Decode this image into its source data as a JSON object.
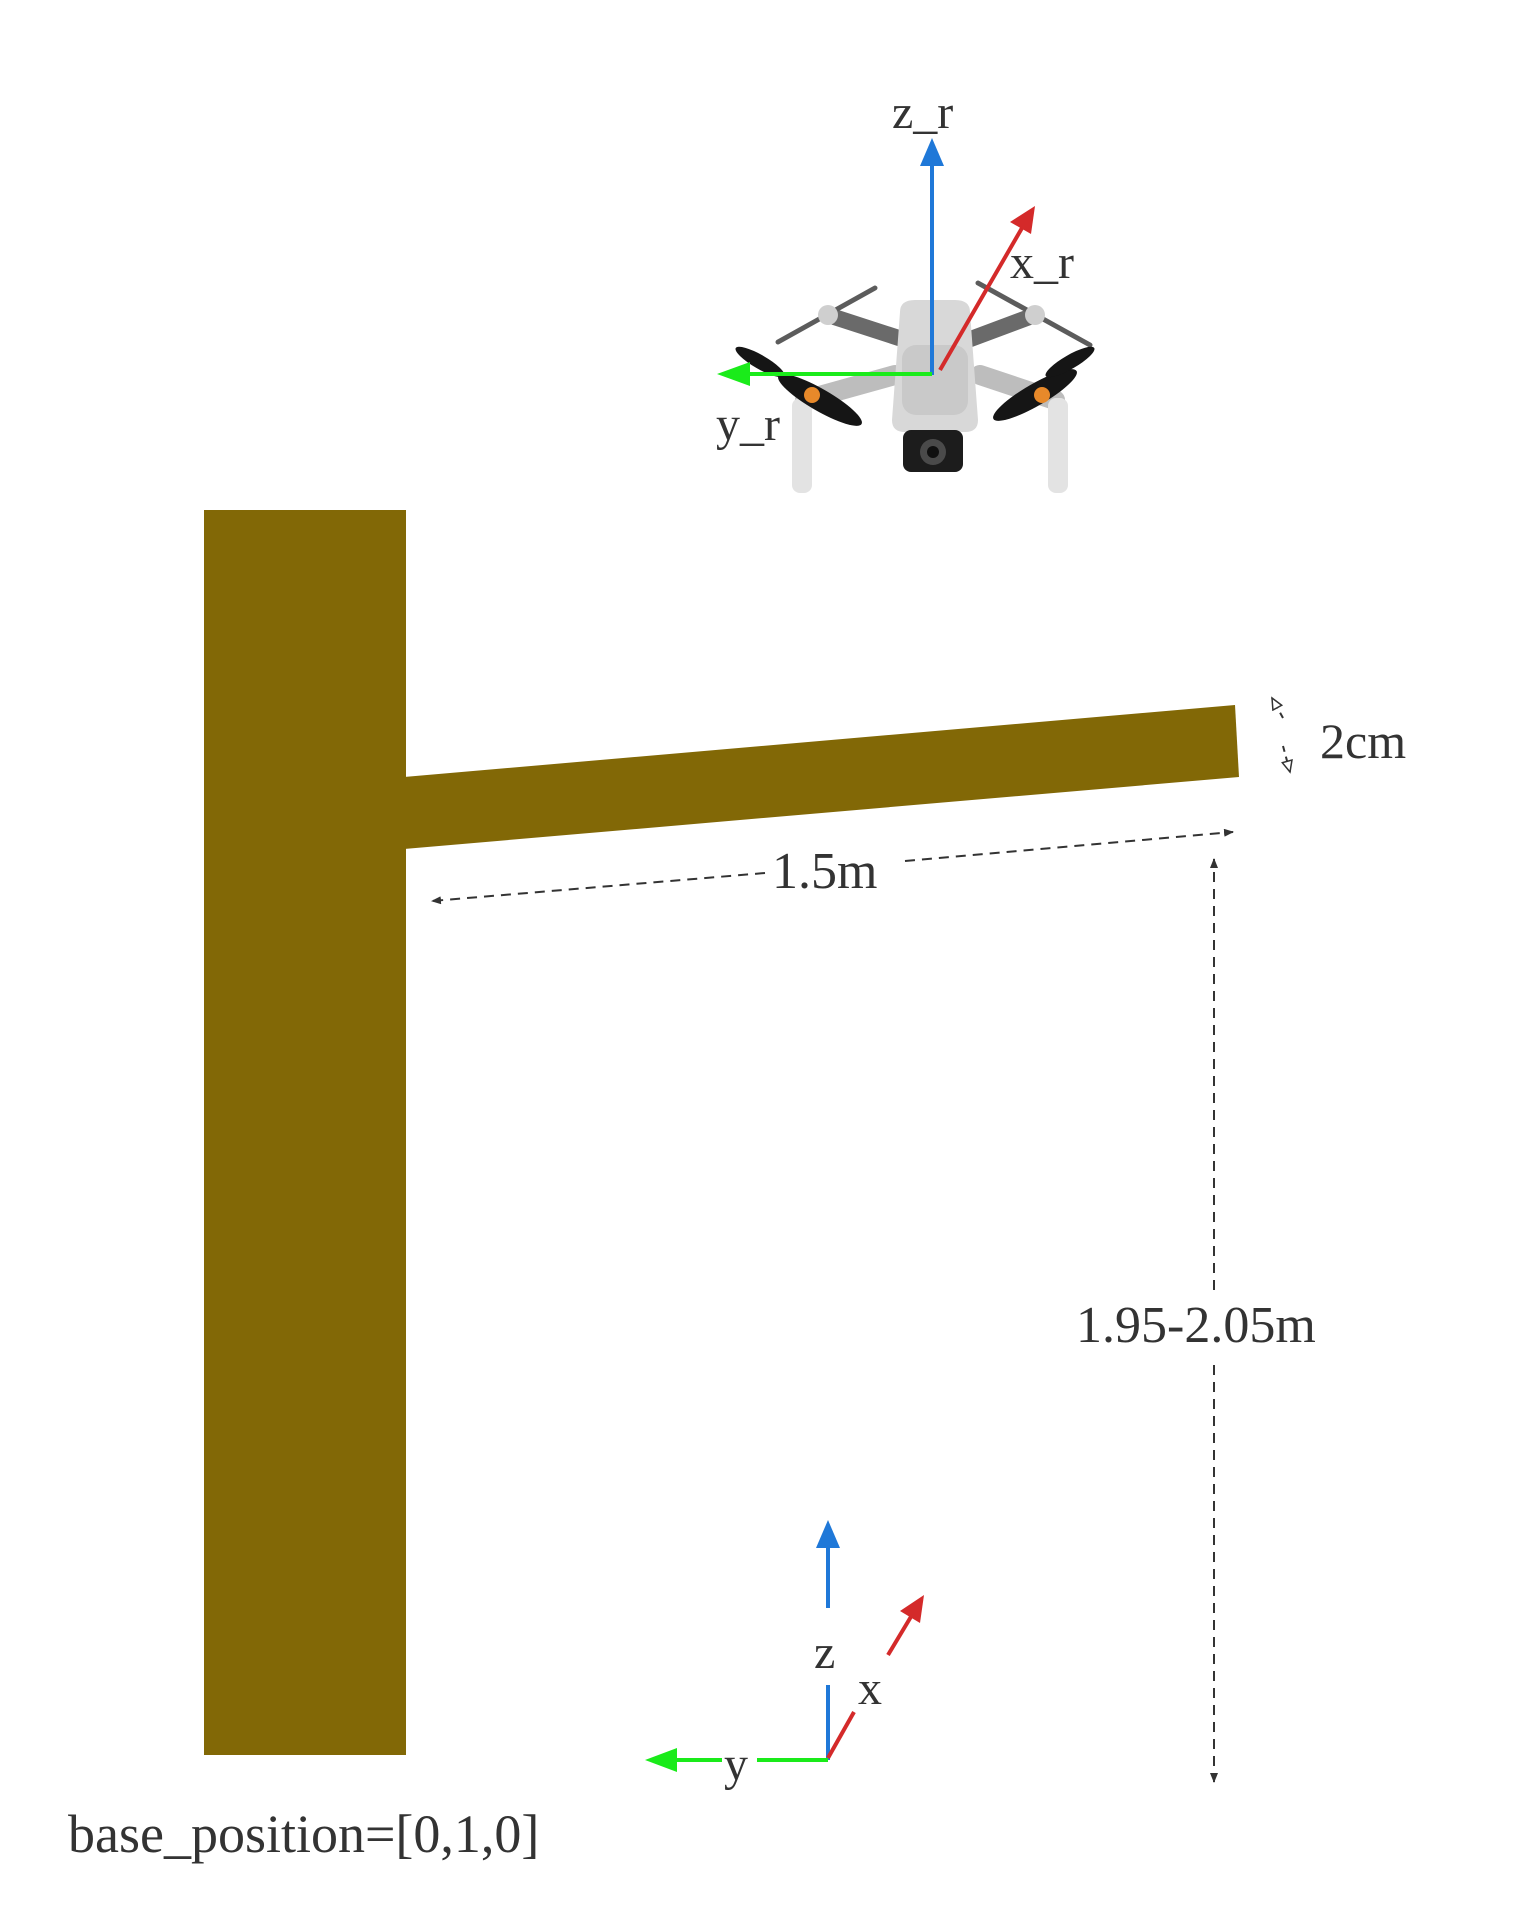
{
  "colors": {
    "tree": "#826806",
    "x_axis": "#d42a2a",
    "y_axis": "#1aeb1a",
    "z_axis": "#1f78d8",
    "dimension": "#333333",
    "text": "#333333"
  },
  "robot_frame": {
    "x_label": "x_r",
    "y_label": "y_r",
    "z_label": "z_r"
  },
  "world_frame": {
    "x_label": "x",
    "y_label": "y",
    "z_label": "z"
  },
  "dimensions": {
    "branch_thickness": "2cm",
    "branch_length": "1.5m",
    "branch_height": "1.95-2.05m"
  },
  "base_position_label": "base_position=[0,1,0]",
  "icons": {
    "drone": "quadcopter-drone-icon"
  }
}
